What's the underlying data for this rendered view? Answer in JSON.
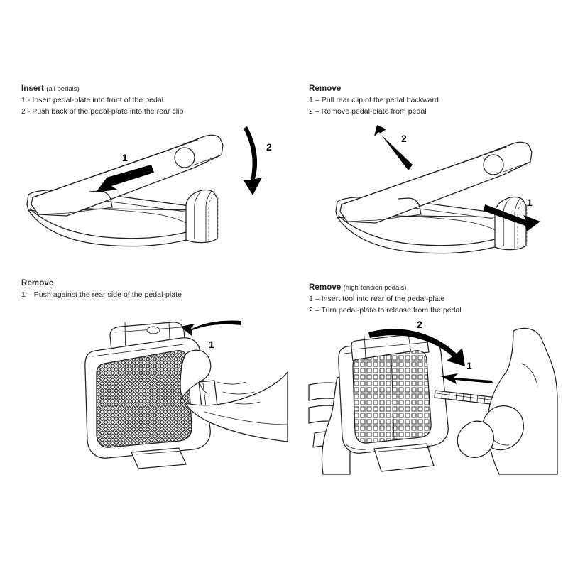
{
  "document": {
    "kind": "pedal-plate instruction sheet",
    "background_color": "#ffffff",
    "ink_color": "#231f20",
    "arrow_color": "#000000"
  },
  "panels": [
    {
      "id": "insert-all-pedals",
      "title": "Insert",
      "qualifier": "(all pedals)",
      "steps": [
        "1 - Insert pedal-plate into front of the pedal",
        "2 - Push back of the pedal-plate into the rear clip"
      ],
      "figure": {
        "view": "side",
        "subject": "pedal with cleat plate",
        "callouts": [
          {
            "label": "1",
            "arrow": "straight-arrow-down-left"
          },
          {
            "label": "2",
            "arrow": "curved-arrow-down"
          }
        ]
      }
    },
    {
      "id": "remove-standard",
      "title": "Remove",
      "qualifier": "",
      "steps": [
        "1 – Pull rear clip of the pedal backward",
        "2 – Remove pedal-plate from pedal"
      ],
      "figure": {
        "view": "side",
        "subject": "pedal with cleat plate",
        "callouts": [
          {
            "label": "2",
            "arrow": "straight-arrow-up-left"
          },
          {
            "label": "1",
            "arrow": "straight-arrow-down-right"
          }
        ]
      }
    },
    {
      "id": "remove-push-rear",
      "title": "Remove",
      "qualifier": "",
      "steps": [
        "1 – Push against the rear side of the pedal-plate"
      ],
      "figure": {
        "view": "top",
        "subject": "pedal-plate with textured tread and thumb",
        "callouts": [
          {
            "label": "1",
            "arrow": "curved-arrow-left"
          }
        ]
      }
    },
    {
      "id": "remove-high-tension",
      "title": "Remove",
      "qualifier": "(high-tension pedals)",
      "steps": [
        "1 – Insert tool into rear of the pedal-plate",
        "2 – Turn pedal-plate to release from the pedal"
      ],
      "figure": {
        "view": "top",
        "subject": "hand holding pedal-plate with tool rod",
        "callouts": [
          {
            "label": "2",
            "arrow": "curved-arrow-right"
          },
          {
            "label": "1",
            "arrow": "straight-arrow-left"
          }
        ]
      }
    }
  ]
}
